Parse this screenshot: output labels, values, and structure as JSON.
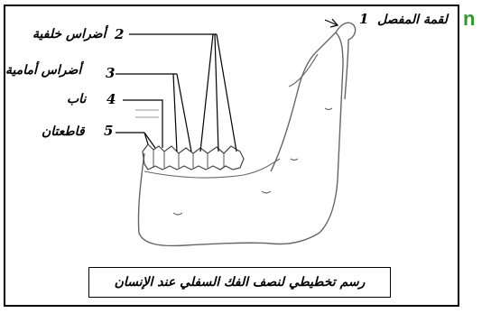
{
  "labels": {
    "condyle": "لقمة المفصل",
    "molars": "أضراس خلفية",
    "premolars": "أضراس أمامية",
    "canine": "ناب",
    "incisors": "قاطعتان"
  },
  "numbers": {
    "n1": "1",
    "n2": "2",
    "n3": "3",
    "n4": "4",
    "n5": "5"
  },
  "caption": "رسم تخطيطي لنصف الفك السفلي عند الإنسان",
  "side_fragment": "n",
  "colors": {
    "line": "#000000",
    "outline": "#666666",
    "fragment": "#2e9a2e"
  }
}
